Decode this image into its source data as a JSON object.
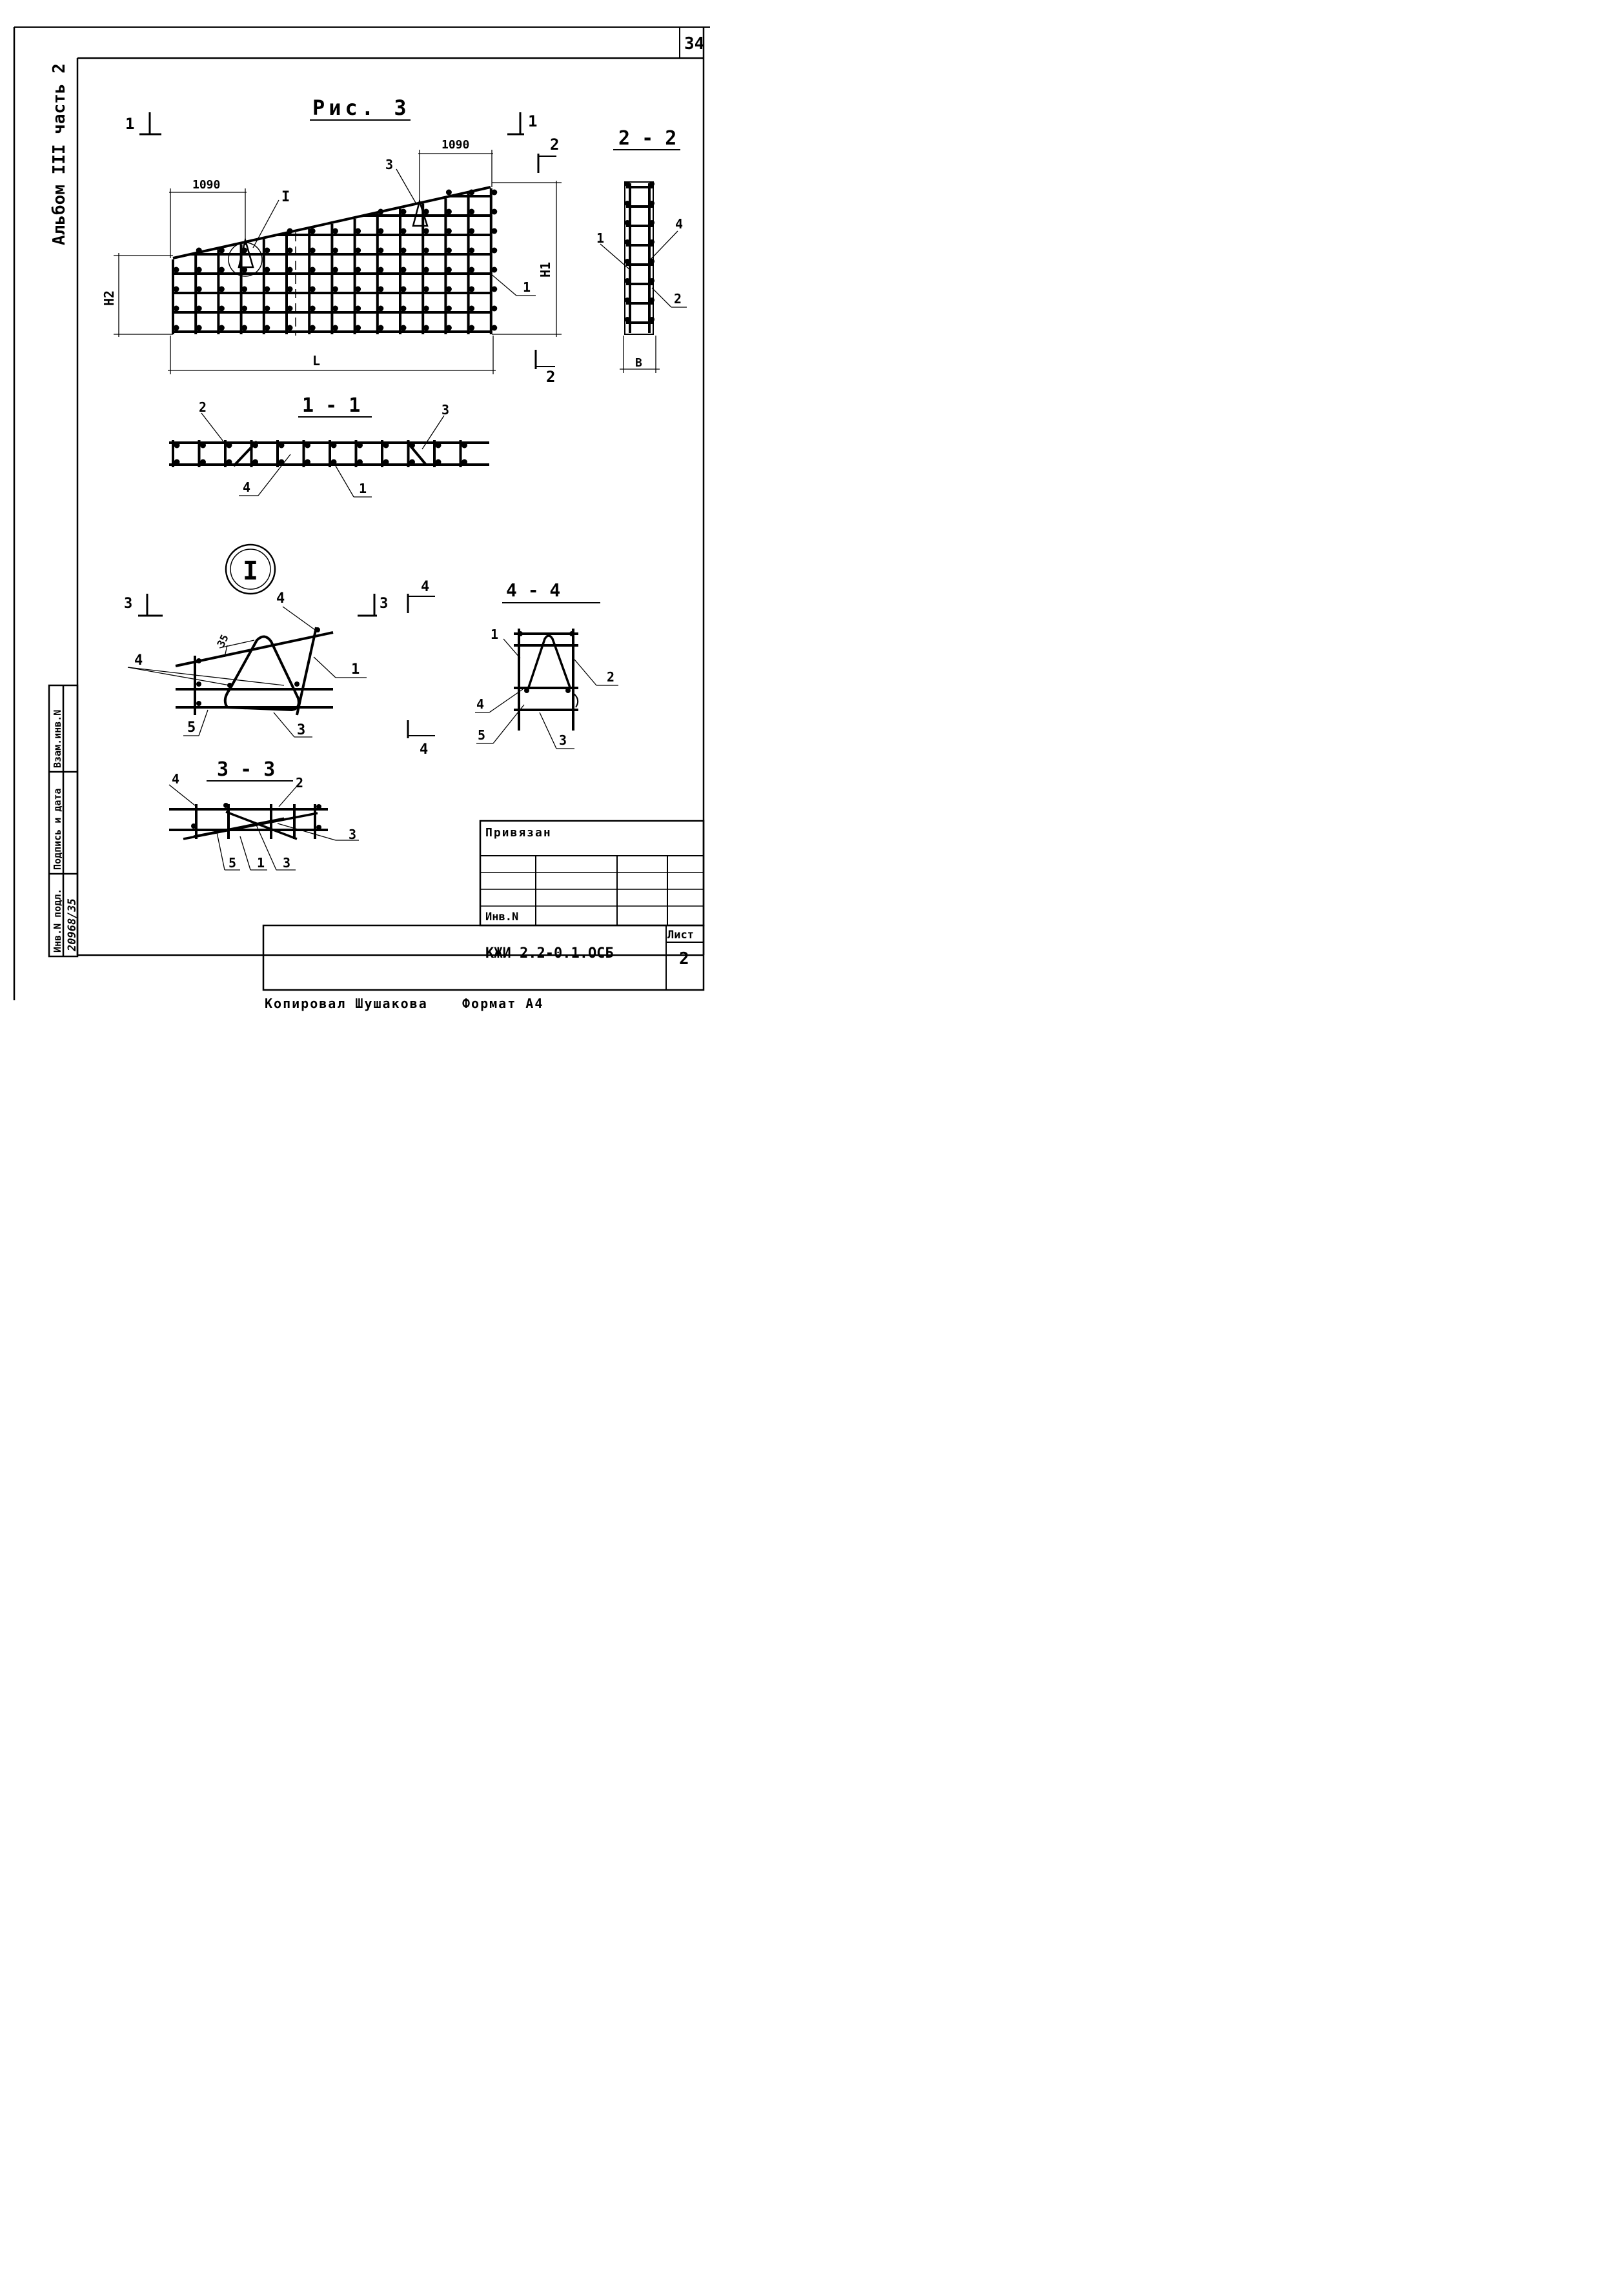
{
  "sheet": {
    "page_number": "34",
    "album_title": "Альбом III часть 2",
    "figure_title": "Рис. 3",
    "footer_copy": "Копировал Шушакова",
    "footer_format": "Формат А4"
  },
  "main_view": {
    "section_mark_left": "1",
    "section_mark_right": "1",
    "section2_mark_top": "2",
    "section2_mark_bottom": "2",
    "dim_left_top": "1090",
    "dim_right_top": "1090",
    "dim_h1": "H1",
    "dim_h2": "H2",
    "dim_l": "L",
    "callout_detail": "I",
    "callout_3": "3",
    "callout_1": "1"
  },
  "section_22": {
    "title": "2 - 2",
    "callout_1": "1",
    "callout_4": "4",
    "callout_2": "2",
    "dim_b": "B"
  },
  "section_11": {
    "title": "1 - 1",
    "callout_2": "2",
    "callout_3": "3",
    "callout_4": "4",
    "callout_1": "1"
  },
  "detail_I": {
    "symbol": "I",
    "section_mark_left": "3",
    "section_mark_right": "3",
    "section4_top": "4",
    "section4_bottom": "4",
    "dim_35": "35",
    "callout_4_top": "4",
    "callout_4_left": "4",
    "callout_1": "1",
    "callout_5": "5",
    "callout_3": "3"
  },
  "section_44": {
    "title": "4 - 4",
    "callout_1": "1",
    "callout_2": "2",
    "callout_4": "4",
    "callout_5": "5",
    "callout_3": "3"
  },
  "section_33": {
    "title": "3 - 3",
    "callout_4": "4",
    "callout_2": "2",
    "callout_3_right": "3",
    "callout_5": "5",
    "callout_1": "1",
    "callout_3_bottom": "3"
  },
  "stamp": {
    "tied_label": "Привязан",
    "inv_label": "Инв.N",
    "doc_code": "КЖИ 2.2-0.1.ОСБ",
    "sheet_label": "Лист",
    "sheet_number": "2",
    "side_col1": "Инв.N подл.",
    "side_col2": "Подпись и дата",
    "side_col3": "Взам.инв.N",
    "side_inv_value": "20968/35"
  }
}
